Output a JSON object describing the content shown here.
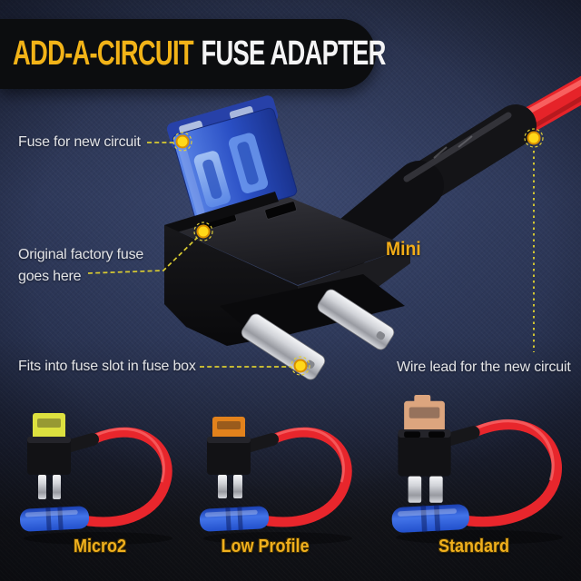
{
  "banner": {
    "highlight": "ADD-A-CIRCUIT",
    "rest": "FUSE ADAPTER"
  },
  "callouts": {
    "fuse_new": "Fuse for new circuit",
    "original_line1": "Original factory fuse",
    "original_line2": "goes here",
    "fits_slot": "Fits into fuse slot in fuse box",
    "wire_lead": "Wire lead for the new circuit",
    "size_label": "Mini"
  },
  "variants": [
    {
      "label": "Micro2",
      "fuse_color": "#dde13f"
    },
    {
      "label": "Low Profile",
      "fuse_color": "#e2821c"
    },
    {
      "label": "Standard",
      "fuse_color": "#dca57e"
    }
  ],
  "colors": {
    "accent_yellow": "#F2B11C",
    "callout_dot_yellow": "#FFD819",
    "callout_line_yellow": "#D9CB31",
    "wire_red": "#E8252B",
    "main_fuse_blue": "#2E55C8",
    "connector_blue": "#3A6AE0",
    "background_navy": "#242D49",
    "banner_black": "#0C0D0F",
    "label_text": "#E4E5E8"
  }
}
